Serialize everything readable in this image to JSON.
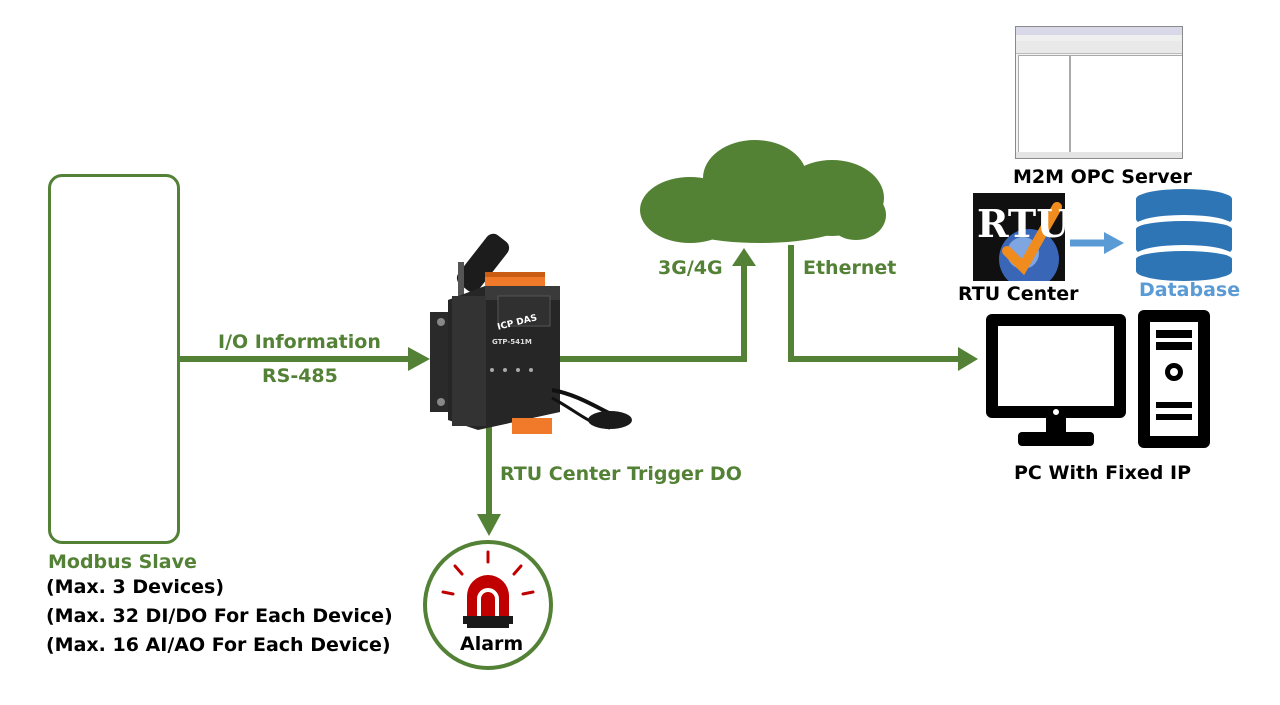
{
  "labels": {
    "io_information": "I/O Information",
    "rs485": "RS-485",
    "net_3g4g": "3G/4G",
    "ethernet": "Ethernet",
    "m2m_opc_server": "M2M OPC Server",
    "rtu_center": "RTU Center",
    "database": "Database",
    "pc_with_fixed_ip": "PC With Fixed IP",
    "rtu_center_trigger_do": "RTU Center Trigger DO",
    "alarm": "Alarm",
    "modbus_slave": "Modbus Slave",
    "max_devices": "(Max. 3 Devices)",
    "max_di_do": "(Max. 32 DI/DO For Each Device)",
    "max_ai_ao": "(Max. 16 AI/AO For Each Device)"
  },
  "device": {
    "brand": "ICP DAS",
    "model": "GTP-541M"
  },
  "rtu_logo_text": "RTU",
  "colors": {
    "green": "#538135",
    "cloud": "#548235",
    "blue": "#5b9bd5",
    "database": "#2e75b6",
    "alarm_red": "#c00000"
  }
}
